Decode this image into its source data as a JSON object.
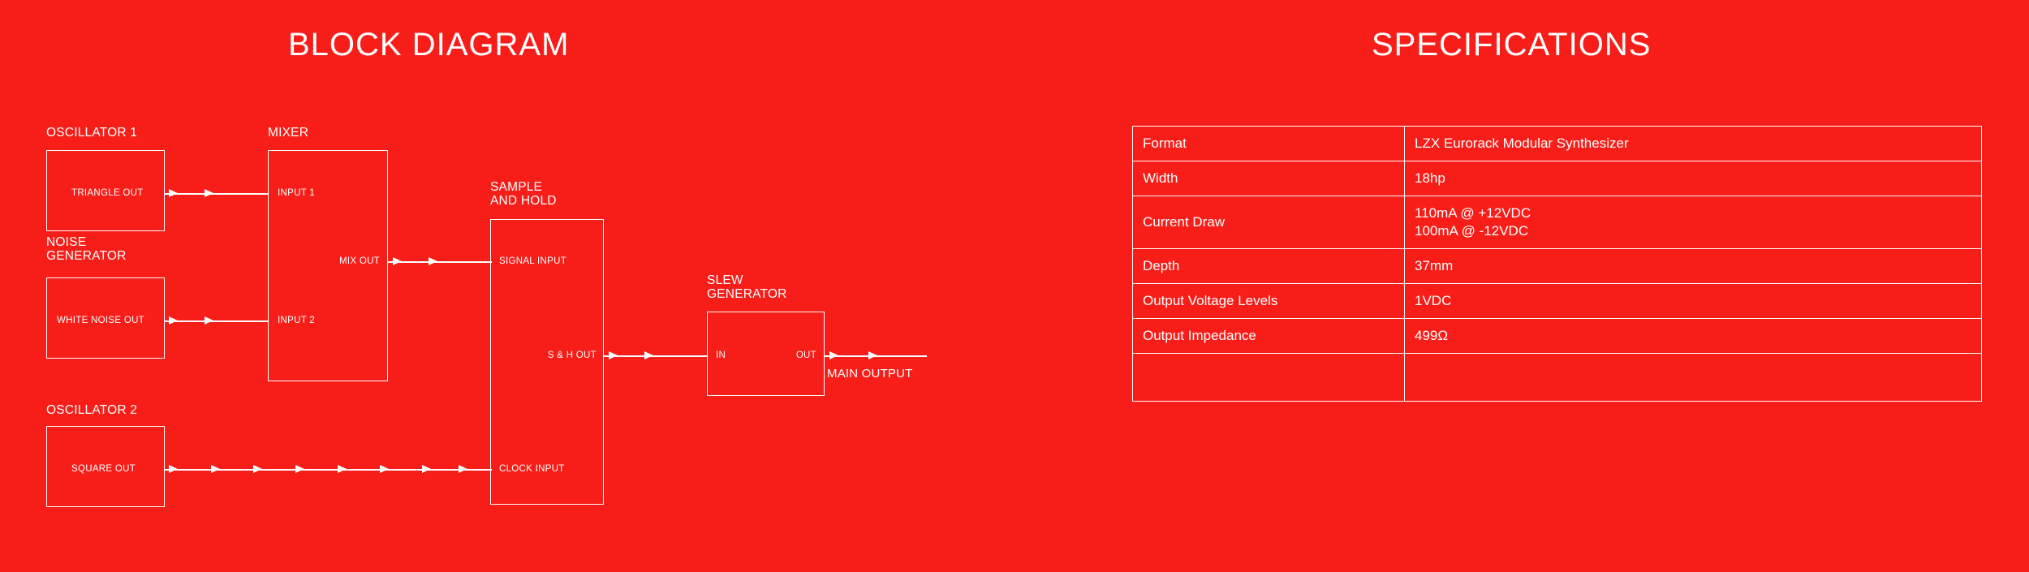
{
  "page": {
    "background_color": "#f71d18",
    "foreground_color": "#ffffff"
  },
  "left_panel": {
    "title": "BLOCK DIAGRAM",
    "nodes": [
      {
        "id": "oscillator-1",
        "title": "OSCILLATOR 1",
        "ports": {
          "out": "TRIANGLE OUT"
        }
      },
      {
        "id": "noise-generator",
        "title": "NOISE\nGENERATOR",
        "ports": {
          "out": "WHITE NOISE OUT"
        }
      },
      {
        "id": "oscillator-2",
        "title": "OSCILLATOR 2",
        "ports": {
          "out": "SQUARE OUT"
        }
      },
      {
        "id": "mixer",
        "title": "MIXER",
        "ports": {
          "in1": "INPUT 1",
          "in2": "INPUT 2",
          "out": "MIX OUT"
        }
      },
      {
        "id": "sample-and-hold",
        "title": "SAMPLE\nAND HOLD",
        "ports": {
          "signal": "SIGNAL INPUT",
          "clock": "CLOCK INPUT",
          "out": "S & H OUT"
        }
      },
      {
        "id": "slew-generator",
        "title": "SLEW\nGENERATOR",
        "ports": {
          "in": "IN",
          "out": "OUT"
        }
      }
    ],
    "main_output_label": "MAIN OUTPUT"
  },
  "right_panel": {
    "title": "SPECIFICATIONS",
    "table": {
      "rows": [
        {
          "key": "Format",
          "value": "LZX Eurorack Modular Synthesizer"
        },
        {
          "key": "Width",
          "value": "18hp"
        },
        {
          "key": "Current Draw",
          "value": "110mA @ +12VDC\n100mA @ -12VDC"
        },
        {
          "key": "Depth",
          "value": "37mm"
        },
        {
          "key": "Output Voltage Levels",
          "value": "1VDC"
        },
        {
          "key": "Output Impedance",
          "value": "499Ω"
        },
        {
          "key": "",
          "value": ""
        }
      ]
    }
  }
}
